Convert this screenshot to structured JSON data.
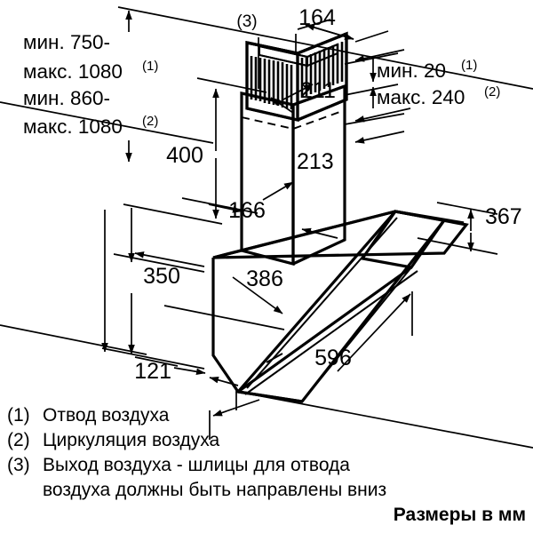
{
  "title": "Kitchen hood installation dimension drawing",
  "units_note": "Размеры в мм",
  "dimensions": {
    "wall_height_1_line1": "мин. 750-",
    "wall_height_1_line2": "макс. 1080",
    "wall_height_1_sup": "(1)",
    "wall_height_2_line1": "мин. 860-",
    "wall_height_2_line2": "макс. 1080",
    "wall_height_2_sup": "(2)",
    "chimney_top_depth": "164",
    "chimney_top_width": "211",
    "chimney_lower_width": "213",
    "chimney_lower_depth": "166",
    "chimney_height": "400",
    "ceiling_gap_line1": "мин. 20",
    "ceiling_gap_sup1": "(1)",
    "ceiling_gap_line2": "макс. 240",
    "ceiling_gap_sup2": "(2)",
    "body_height": "350",
    "body_depth": "386",
    "body_front_offset": "121",
    "body_width": "596",
    "glass_panel": "367"
  },
  "callouts": {
    "air_outlet_ref": "(3)"
  },
  "legend": [
    {
      "num": "(1)",
      "text": "Отвод воздуха"
    },
    {
      "num": "(2)",
      "text": "Циркуляция воздуха"
    },
    {
      "num": "(3)",
      "text": "Выход воздуха - шлицы для отвода"
    },
    {
      "num": "",
      "text": "воздуха должны быть направлены вниз"
    }
  ],
  "colors": {
    "ink": "#000000",
    "paper": "#ffffff"
  }
}
